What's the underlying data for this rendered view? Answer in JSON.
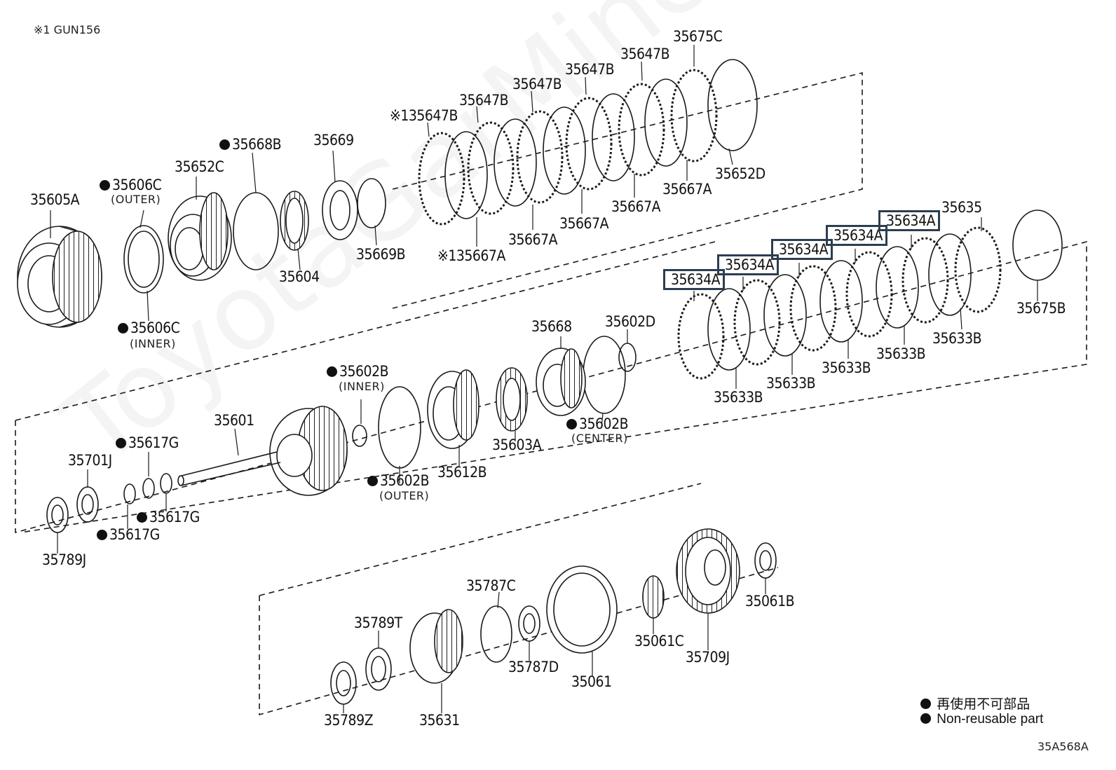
{
  "header_note": "※1 GUN156",
  "figure_code": "35A568A",
  "watermark": "ToyotaGarMine.ru",
  "legend": {
    "jp": "再使用不可部品",
    "en": "Non-reusable part"
  },
  "labels": {
    "p35675C": "35675C",
    "p35647B_1": "35647B",
    "p35647B_2": "35647B",
    "p35647B_3": "35647B",
    "p35647B_4": "35647B",
    "p35647B_5": "※135647B",
    "p35652D": "35652D",
    "p35667A_1": "35667A",
    "p35667A_2": "35667A",
    "p35667A_3": "35667A",
    "p35667A_4": "35667A",
    "p35667A_5": "※135667A",
    "p35669": "35669",
    "p35669B": "35669B",
    "p35668B": "35668B",
    "p35604": "35604",
    "p35652C": "35652C",
    "p35606C_outer": "35606C",
    "outer": "(OUTER)",
    "p35606C_inner": "35606C",
    "inner": "(INNER)",
    "p35605A": "35605A",
    "p35634A_1": "35634A",
    "p35634A_2": "35634A",
    "p35634A_3": "35634A",
    "p35634A_4": "35634A",
    "p35634A_5": "35634A",
    "p35635": "35635",
    "p35675B": "35675B",
    "p35633B_1": "35633B",
    "p35633B_2": "35633B",
    "p35633B_3": "35633B",
    "p35633B_4": "35633B",
    "p35633B_5": "35633B",
    "p35668": "35668",
    "p35602D": "35602D",
    "p35602B_inner": "35602B",
    "inner2": "(INNER)",
    "p35602B_center": "35602B",
    "center": "(CENTER)",
    "p35602B_outer": "35602B",
    "outer2": "(OUTER)",
    "p35603A": "35603A",
    "p35612B": "35612B",
    "p35601": "35601",
    "p35617G_1": "35617G",
    "p35617G_2": "35617G",
    "p35617G_3": "35617G",
    "p35701J": "35701J",
    "p35789J": "35789J",
    "p35787C": "35787C",
    "p35787D": "35787D",
    "p35789T": "35789T",
    "p35789Z": "35789Z",
    "p35631": "35631",
    "p35061": "35061",
    "p35061C": "35061C",
    "p35709J": "35709J",
    "p35061B": "35061B"
  },
  "colors": {
    "highlight_border": "#2c3e4f",
    "line": "#1a1a1a"
  }
}
